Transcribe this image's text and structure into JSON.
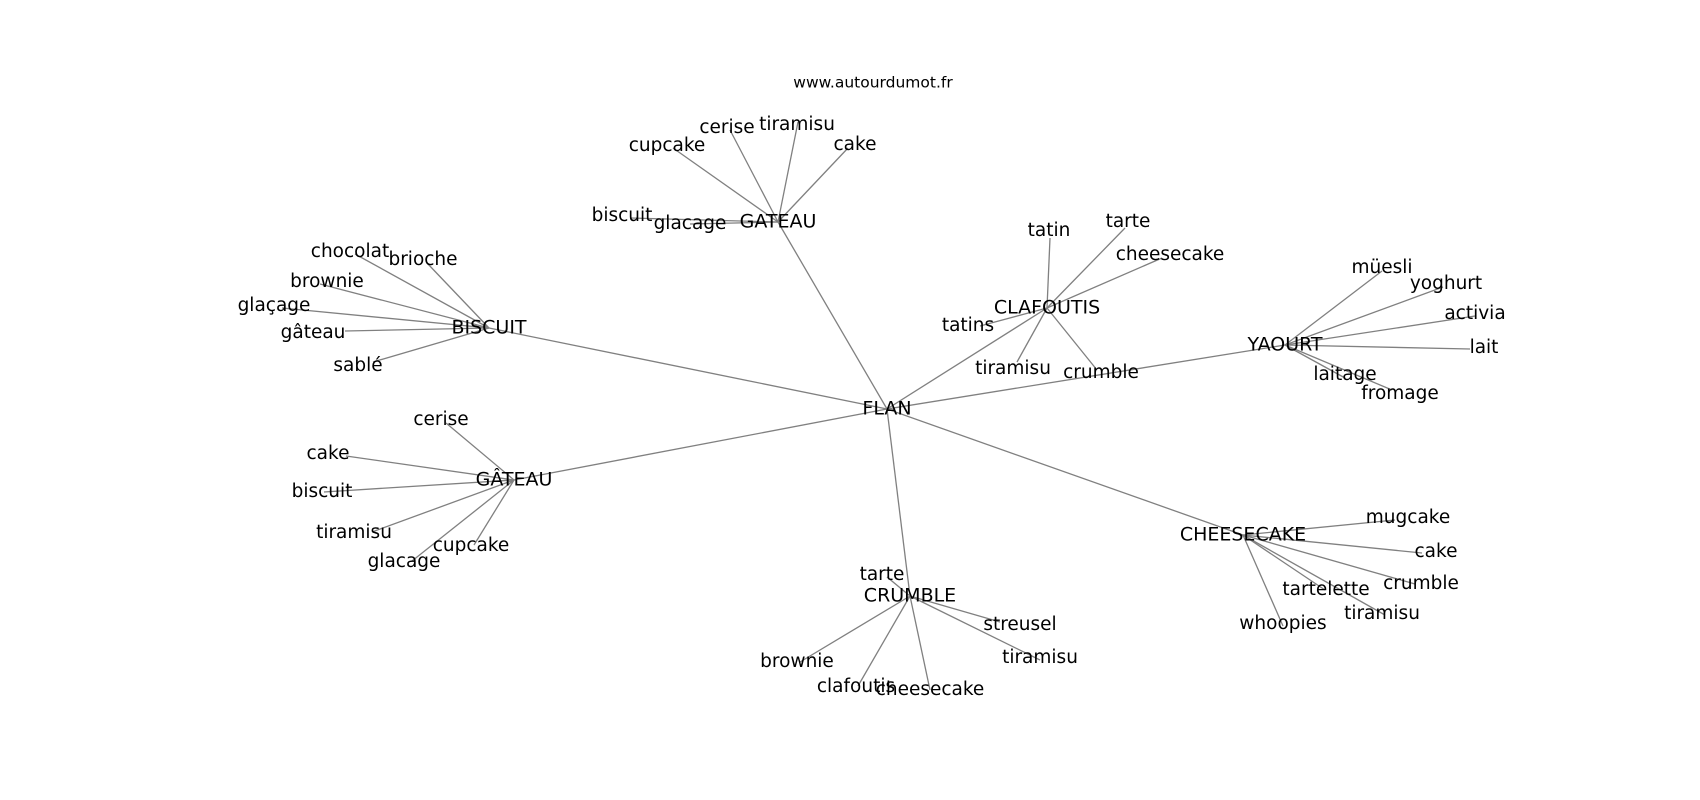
{
  "watermark": "www.autourdumot.fr",
  "colors": {
    "edge": "#808080",
    "text": "#000000",
    "background": "#ffffff"
  },
  "graph": {
    "root": {
      "id": "flan",
      "label": "FLAN"
    },
    "hubs": [
      {
        "id": "gateau-1",
        "label": "GATEAU",
        "children": [
          "cupcake",
          "cerise",
          "tiramisu",
          "cake",
          "biscuit",
          "glacage"
        ]
      },
      {
        "id": "clafoutis",
        "label": "CLAFOUTIS",
        "children": [
          "tatin",
          "tarte",
          "cheesecake",
          "tatins",
          "tiramisu",
          "crumble"
        ]
      },
      {
        "id": "biscuit",
        "label": "BISCUIT",
        "children": [
          "chocolat",
          "brioche",
          "brownie",
          "glaçage",
          "gâteau",
          "sablé"
        ]
      },
      {
        "id": "yaourt",
        "label": "YAOURT",
        "children": [
          "müesli",
          "yoghurt",
          "activia",
          "lait",
          "laitage",
          "fromage"
        ]
      },
      {
        "id": "gateau-2",
        "label": "GÂTEAU",
        "children": [
          "cerise",
          "cake",
          "biscuit",
          "tiramisu",
          "cupcake",
          "glacage"
        ]
      },
      {
        "id": "crumble",
        "label": "CRUMBLE",
        "children": [
          "tarte",
          "streusel",
          "tiramisu",
          "brownie",
          "clafoutis",
          "cheesecake"
        ]
      },
      {
        "id": "cheesecake",
        "label": "CHEESECAKE",
        "children": [
          "mugcake",
          "cake",
          "crumble",
          "tartelette",
          "tiramisu",
          "whoopies"
        ]
      }
    ]
  }
}
